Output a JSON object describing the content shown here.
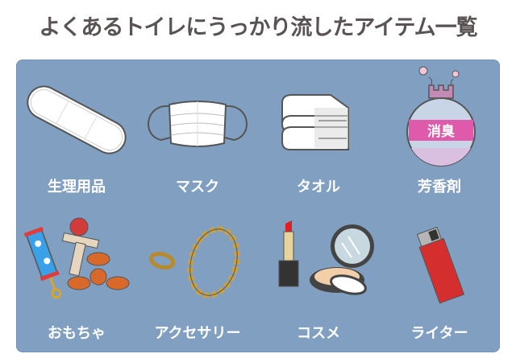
{
  "title": "よくあるトイレにうっかり流したアイテム一覧",
  "colors": {
    "panel": "#809fc1",
    "title_text": "#5a5353",
    "label_text": "#ffffff"
  },
  "items": [
    {
      "label": "生理用品",
      "icon": "sanitary-pad-icon"
    },
    {
      "label": "マスク",
      "icon": "face-mask-icon"
    },
    {
      "label": "タオル",
      "icon": "folded-towel-icon"
    },
    {
      "label": "芳香剤",
      "icon": "air-freshener-icon",
      "icon_text": "消臭"
    },
    {
      "label": "おもちゃ",
      "icon": "toys-icon"
    },
    {
      "label": "アクセサリー",
      "icon": "jewelry-icon"
    },
    {
      "label": "コスメ",
      "icon": "cosmetics-icon"
    },
    {
      "label": "ライター",
      "icon": "lighter-icon"
    }
  ]
}
